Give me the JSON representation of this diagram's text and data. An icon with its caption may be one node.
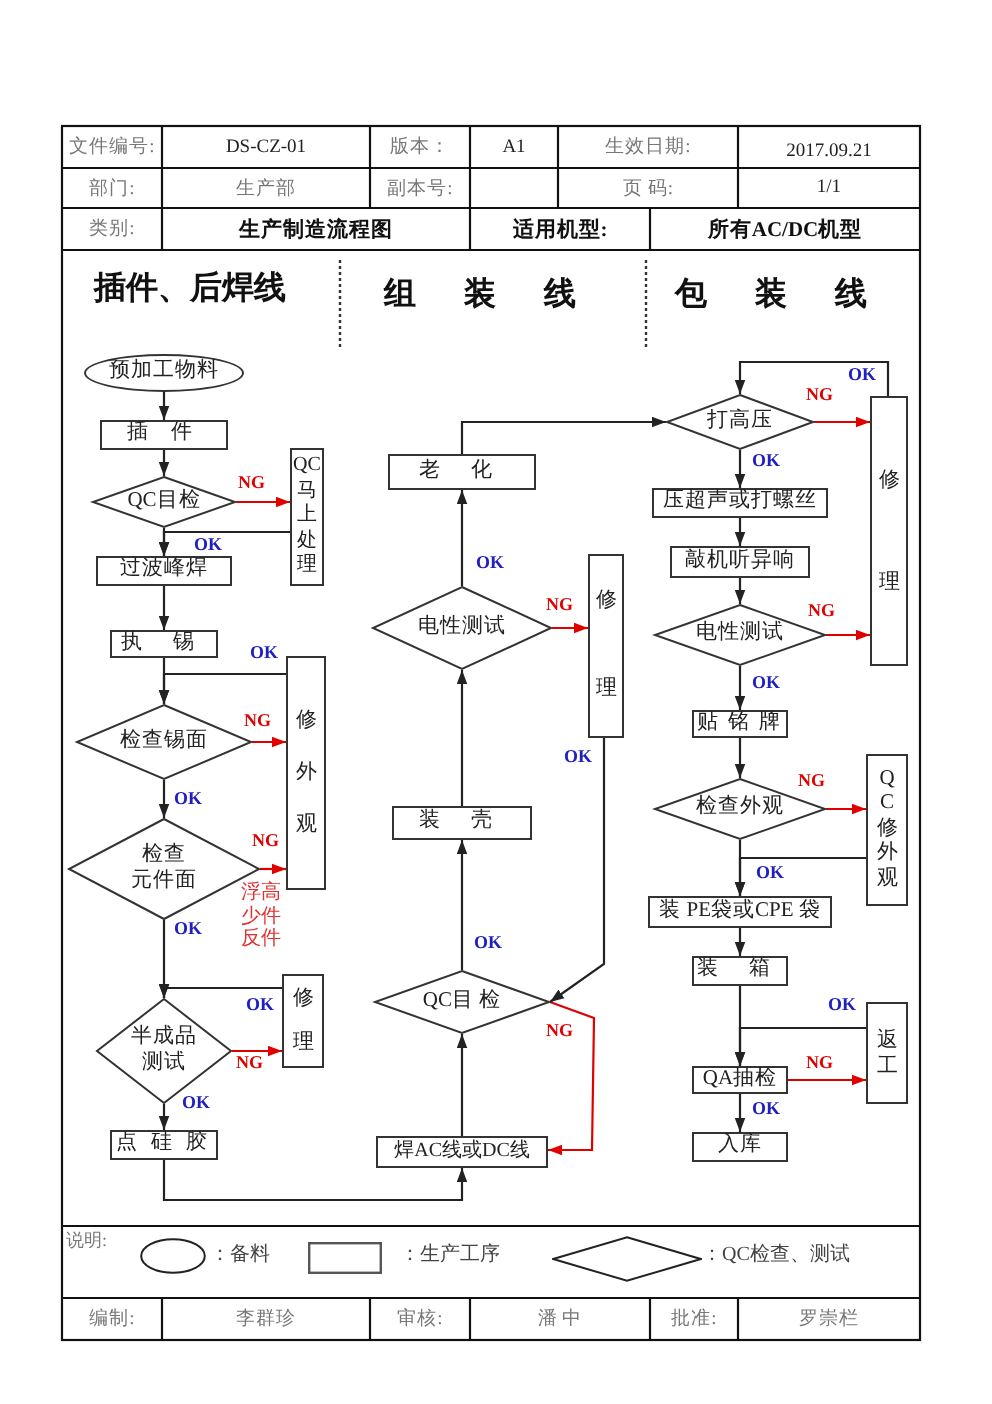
{
  "diagram": {
    "nodes": [
      {
        "text": [
          "预加工物料"
        ]
      },
      {
        "text": [
          "插 件"
        ]
      },
      {
        "text": [
          "QC目检"
        ]
      },
      {
        "text": [
          "QC马上处理"
        ]
      },
      {
        "text": [
          "过波峰焊"
        ]
      },
      {
        "text": [
          "执 锡"
        ]
      },
      {
        "text": [
          "检查锡面"
        ]
      },
      {
        "text": [
          "修外观"
        ]
      },
      {
        "text": [
          "检查元件面"
        ]
      },
      {
        "text": [
          "半成品测试"
        ]
      },
      {
        "text": [
          "修理"
        ]
      },
      {
        "text": [
          "点 硅 胶"
        ]
      },
      {
        "text": [
          "老 化"
        ]
      },
      {
        "text": [
          "电性测试"
        ]
      },
      {
        "text": [
          "修理"
        ]
      },
      {
        "text": [
          "装 壳"
        ]
      },
      {
        "text": [
          "QC目 检"
        ]
      },
      {
        "text": [
          "焊AC线或DC线"
        ]
      },
      {
        "text": [
          "打高压"
        ]
      },
      {
        "text": [
          "修理"
        ]
      },
      {
        "text": [
          "压超声或打螺丝"
        ]
      },
      {
        "text": [
          "敲机听异响"
        ]
      },
      {
        "text": [
          "电性测试"
        ]
      },
      {
        "text": [
          "贴 铭 牌"
        ]
      },
      {
        "text": [
          "检查外观"
        ]
      },
      {
        "text": [
          "QC修外观"
        ]
      },
      {
        "text": [
          "装 PE袋或CPE 袋"
        ]
      },
      {
        "text": [
          "装 箱"
        ]
      },
      {
        "text": [
          "QA抽检"
        ]
      },
      {
        "text": [
          "返工"
        ]
      },
      {
        "text": [
          "入库"
        ]
      }
    ],
    "edges": [
      {
        "from": 0,
        "to": 1,
        "arrow": "to"
      },
      {
        "from": 1,
        "to": 2,
        "arrow": "to"
      },
      {
        "from": 2,
        "to": 3,
        "arrow": "to",
        "label": "NG",
        "color": "#e00000"
      },
      {
        "from": 3,
        "to": 4,
        "arrow": "to",
        "label": "OK"
      },
      {
        "from": 2,
        "to": 4,
        "arrow": "to"
      },
      {
        "from": 4,
        "to": 5,
        "arrow": "to"
      },
      {
        "from": 5,
        "to": 6,
        "arrow": "to"
      },
      {
        "from": 7,
        "to": 6,
        "arrow": "to",
        "label": "OK"
      },
      {
        "from": 6,
        "to": 7,
        "arrow": "to",
        "label": "NG",
        "color": "#e00000"
      },
      {
        "from": 6,
        "to": 8,
        "arrow": "to",
        "label": "OK"
      },
      {
        "from": 8,
        "to": 7,
        "arrow": "to",
        "label": "NG",
        "color": "#e00000"
      },
      {
        "from": 8,
        "to": 9,
        "arrow": "to",
        "label": "OK"
      },
      {
        "from": 9,
        "to": 10,
        "arrow": "to",
        "label": "NG",
        "color": "#e00000"
      },
      {
        "from": 10,
        "to": 9,
        "arrow": "to",
        "label": "OK"
      },
      {
        "from": 9,
        "to": 11,
        "arrow": "to",
        "label": "OK"
      },
      {
        "from": 11,
        "to": 17,
        "arrow": "to"
      },
      {
        "from": 17,
        "to": 16,
        "arrow": "to"
      },
      {
        "from": 16,
        "to": 17,
        "arrow": "to",
        "label": "NG",
        "color": "#e00000"
      },
      {
        "from": 16,
        "to": 15,
        "arrow": "to",
        "label": "OK"
      },
      {
        "from": 15,
        "to": 13,
        "arrow": "to"
      },
      {
        "from": 13,
        "to": 14,
        "arrow": "to",
        "label": "NG",
        "color": "#e00000"
      },
      {
        "from": 14,
        "to": 16,
        "arrow": "to",
        "label": "OK"
      },
      {
        "from": 13,
        "to": 12,
        "arrow": "to",
        "label": "OK"
      },
      {
        "from": 12,
        "to": 18,
        "arrow": "to"
      },
      {
        "from": 18,
        "to": 19,
        "arrow": "to",
        "label": "NG",
        "color": "#e00000"
      },
      {
        "from": 19,
        "to": 18,
        "arrow": "to",
        "label": "OK"
      },
      {
        "from": 18,
        "to": 20,
        "arrow": "to",
        "label": "OK"
      },
      {
        "from": 20,
        "to": 21,
        "arrow": "to"
      },
      {
        "from": 21,
        "to": 22,
        "arrow": "to"
      },
      {
        "from": 22,
        "to": 19,
        "arrow": "to",
        "label": "NG",
        "color": "#e00000"
      },
      {
        "from": 22,
        "to": 23,
        "arrow": "to",
        "label": "OK"
      },
      {
        "from": 23,
        "to": 24,
        "arrow": "to"
      },
      {
        "from": 24,
        "to": 25,
        "arrow": "to",
        "label": "NG",
        "color": "#e00000"
      },
      {
        "from": 25,
        "to": 26,
        "arrow": "to"
      },
      {
        "from": 24,
        "to": 26,
        "arrow": "to",
        "label": "OK"
      },
      {
        "from": 26,
        "to": 27,
        "arrow": "to"
      },
      {
        "from": 27,
        "to": 28,
        "arrow": "to"
      },
      {
        "from": 29,
        "to": 28,
        "arrow": "to",
        "label": "OK"
      },
      {
        "from": 28,
        "to": 29,
        "arrow": "to",
        "label": "NG",
        "color": "#e00000"
      },
      {
        "from": 28,
        "to": 30,
        "arrow": "to",
        "label": "OK"
      }
    ],
    "labels": [
      "文件编号:",
      "DS-CZ-01",
      "版本：",
      "A1",
      "生效日期:",
      "2017.09.21",
      "部门:",
      "生产部",
      "副本号:",
      "页 码:",
      "1/1",
      "类别:",
      "生产制造流程图",
      "适用机型:",
      "所有AC/DC机型",
      "插件、后焊线",
      "组 装 线",
      "包 装 线",
      "浮高少件反件",
      "说明:",
      "编制:",
      "李群珍",
      "审核:",
      "潘 中",
      "批准:",
      "罗崇栏"
    ],
    "legend": [
      {
        "text": "：备料"
      },
      {
        "text": "：生产工序"
      },
      {
        "text": "：QC检查、测试"
      }
    ]
  }
}
